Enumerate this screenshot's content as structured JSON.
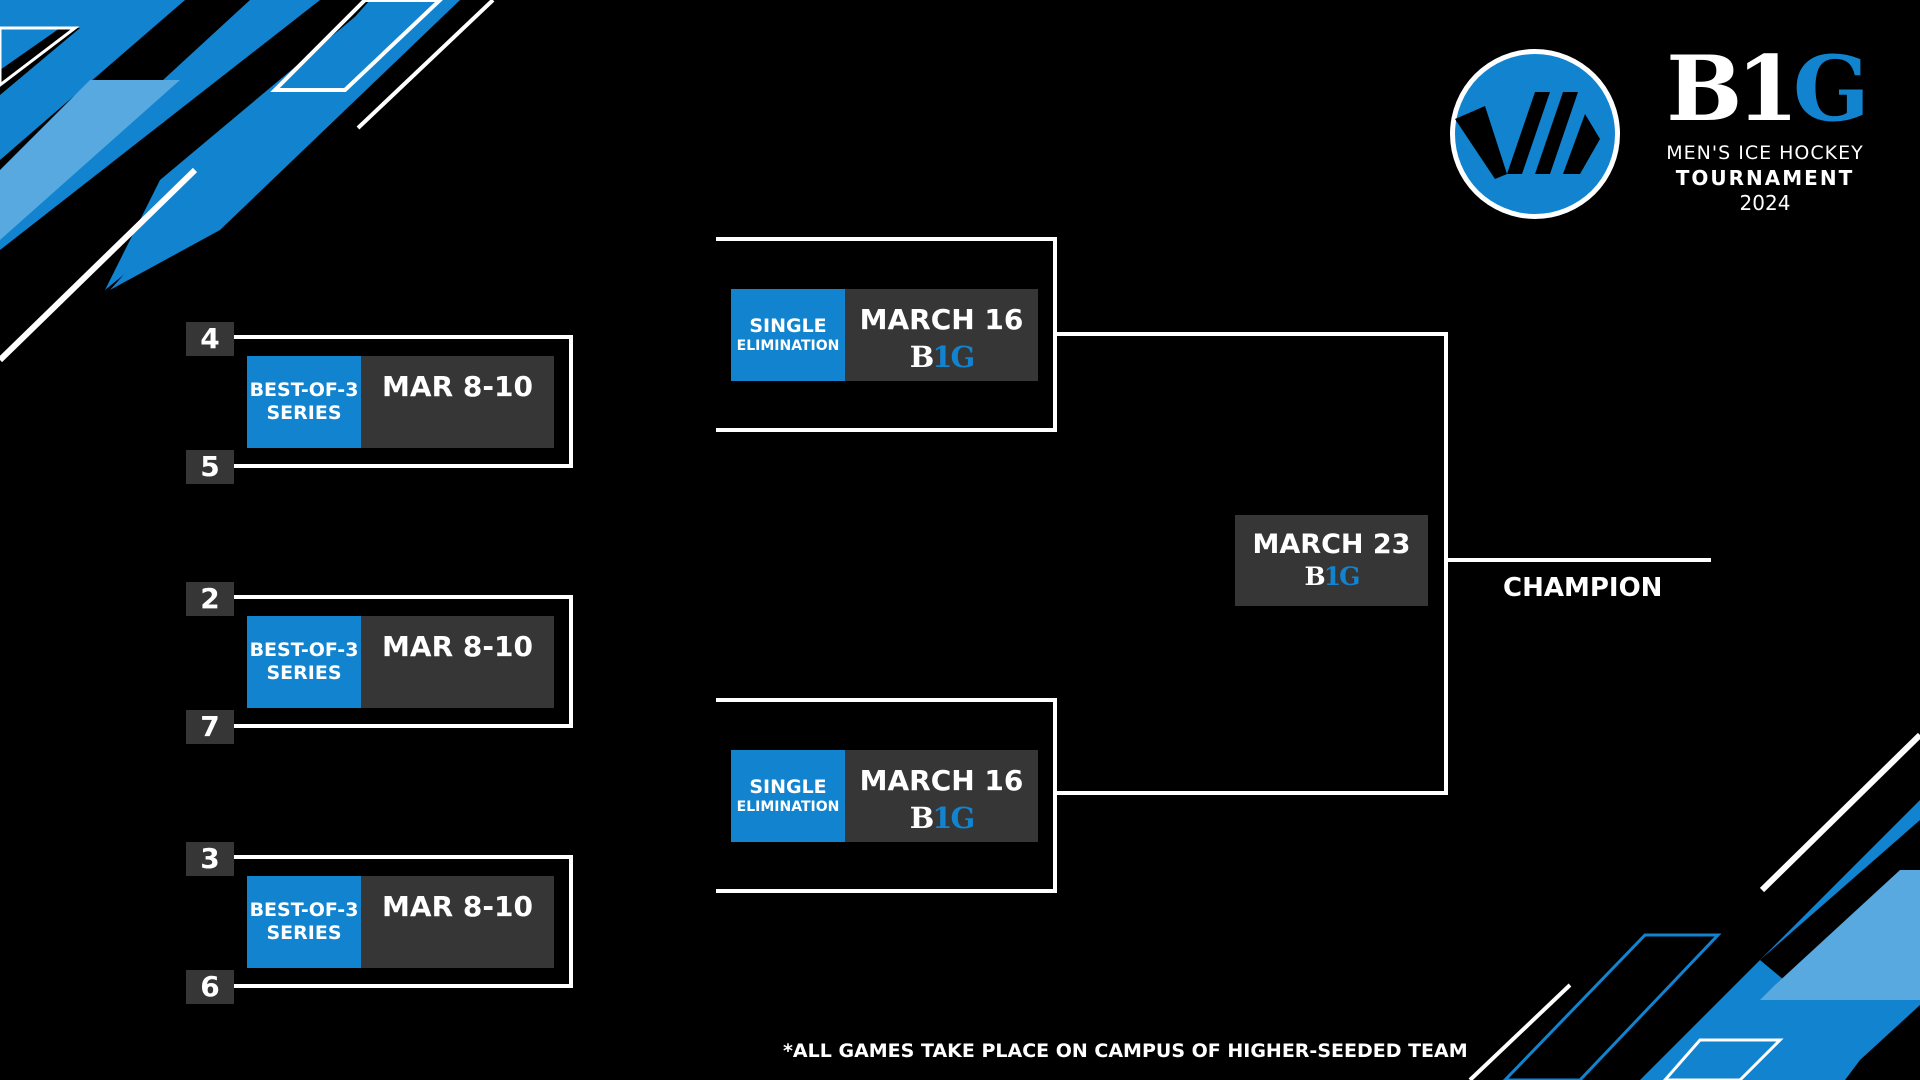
{
  "brand": {
    "accent": "#1183cf",
    "box_gray": "#363636",
    "logo_mark_icon": "hockey-stick-circle-icon",
    "logo_wordmark": {
      "white": "B1",
      "blue": "G"
    },
    "event_line1": "MEN'S ICE HOCKEY",
    "event_line2": "TOURNAMENT",
    "event_year": "2024"
  },
  "first_round": [
    {
      "top_seed": "4",
      "bottom_seed": "5",
      "format": "BEST-OF-3 SERIES",
      "date": "MAR 8-10"
    },
    {
      "top_seed": "2",
      "bottom_seed": "7",
      "format": "BEST-OF-3 SERIES",
      "date": "MAR 8-10"
    },
    {
      "top_seed": "3",
      "bottom_seed": "6",
      "format": "BEST-OF-3 SERIES",
      "date": "MAR 8-10"
    }
  ],
  "semifinals": [
    {
      "format_line1": "SINGLE",
      "format_line2": "ELIMINATION",
      "date": "MARCH 16",
      "logo": {
        "white": "B",
        "blue": "1G"
      }
    },
    {
      "format_line1": "SINGLE",
      "format_line2": "ELIMINATION",
      "date": "MARCH 16",
      "logo": {
        "white": "B",
        "blue": "1G"
      }
    }
  ],
  "final": {
    "date": "MARCH 23",
    "logo": {
      "white": "B",
      "blue": "1G"
    }
  },
  "champion_label": "CHAMPION",
  "footnote": "*ALL GAMES TAKE PLACE ON CAMPUS OF HIGHER-SEEDED TEAM"
}
